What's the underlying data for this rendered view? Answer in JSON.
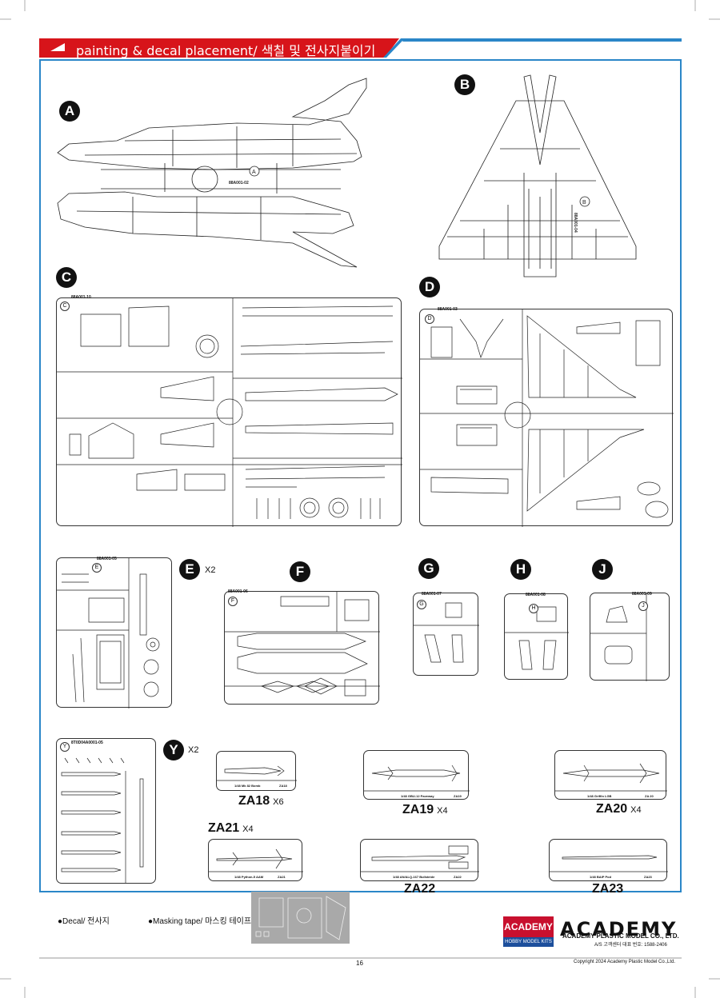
{
  "header": {
    "title": "painting & decal placement/ 색칠 및 전사지붙이기",
    "accent_red": "#d7141a",
    "accent_blue": "#2a86c8"
  },
  "sections": {
    "A": {
      "label": "A",
      "sprue_code": "88A001-02",
      "tag": "A"
    },
    "B": {
      "label": "B",
      "sprue_code": "88A001-04",
      "tag": "B"
    },
    "C": {
      "label": "C",
      "sprue_code": "88A001-10",
      "tag": "C"
    },
    "D": {
      "label": "D",
      "sprue_code": "88A001-03",
      "tag": "D"
    },
    "E": {
      "label": "E",
      "mult": "X2",
      "sprue_code": "88A001-05",
      "tag": "E"
    },
    "F": {
      "label": "F",
      "sprue_code": "88A001-06",
      "tag": "F"
    },
    "G": {
      "label": "G",
      "sprue_code": "88A001-07",
      "tag": "G"
    },
    "H": {
      "label": "H",
      "sprue_code": "88A001-08",
      "tag": "H"
    },
    "J": {
      "label": "J",
      "sprue_code": "88A001-09",
      "tag": "J"
    },
    "Y": {
      "label": "Y",
      "mult": "X2",
      "sprue_code": "8T0D04A0001-05",
      "tag": "Y"
    }
  },
  "za_parts": [
    {
      "id": "ZA18",
      "mult": "X6",
      "caption": "1/48 Mk 82 Bomb",
      "tag": "ZA18"
    },
    {
      "id": "ZA19",
      "mult": "X4",
      "caption": "1/48 GBU-12 Paveway",
      "tag": "ZA19"
    },
    {
      "id": "ZA20",
      "mult": "X4",
      "caption": "1/48 Griffin LGB",
      "tag": "ZA 20"
    },
    {
      "id": "ZA21",
      "mult": "X4",
      "caption": "1/48 Python-5 AAM",
      "tag": "ZA21"
    },
    {
      "id": "ZA22",
      "mult": "",
      "caption": "1/48 AN/ALQ-167 Bullsteide",
      "tag": "ZA22"
    },
    {
      "id": "ZA23",
      "mult": "",
      "caption": "1/48 BAIP Pod",
      "tag": "ZA23"
    }
  ],
  "legend": {
    "decal": "●Decal/ 전사지",
    "masking": "●Masking tape/ 마스킹 테이프"
  },
  "brand": {
    "badge_top": "ACADEMY",
    "badge_bottom": "HOBBY MODEL KITS",
    "logo": "ACADEMY",
    "company": "ACADEMY PLASTIC MODEL CO., LTD.",
    "as_line": "A/S 고객센터 대표 번호: 1588-2406",
    "badge_red": "#c8102e",
    "badge_blue": "#1d4f9c"
  },
  "footer": {
    "page_number": "16",
    "copyright": "Copyright 2024 Academy Plastic Model Co.,Ltd."
  }
}
